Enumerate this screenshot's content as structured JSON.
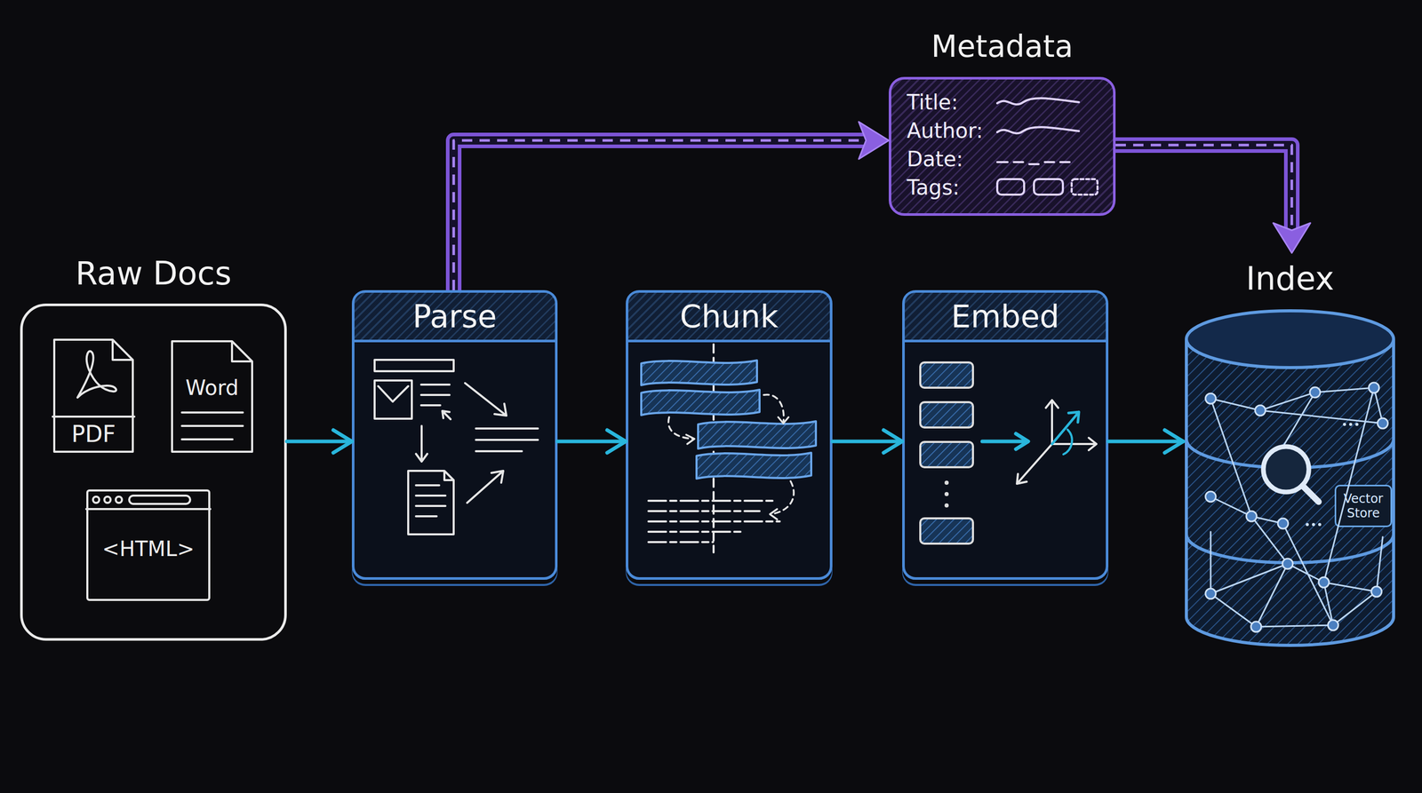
{
  "diagram": {
    "nodes": [
      {
        "text": [
          "Raw Docs"
        ]
      },
      {
        "text": [
          "PDF"
        ],
        "in": 0
      },
      {
        "text": [
          "Word"
        ],
        "in": 0
      },
      {
        "text": [
          "<HTML>"
        ],
        "in": 0
      },
      {
        "text": [
          "Parse"
        ]
      },
      {
        "text": [
          "Metadata",
          "Title:",
          "Author:",
          "Date:",
          "Tags:"
        ]
      },
      {
        "text": [
          "Chunk"
        ]
      },
      {
        "text": [
          "Embed"
        ]
      },
      {
        "text": [
          "Index"
        ]
      },
      {
        "text": [
          "Vector Store"
        ],
        "in": 8
      }
    ],
    "edges": [
      {
        "from": 0,
        "to": 4,
        "arrow": "to"
      },
      {
        "from": 4,
        "to": 6,
        "arrow": "to"
      },
      {
        "from": 6,
        "to": 7,
        "arrow": "to"
      },
      {
        "from": 7,
        "to": 8,
        "arrow": "to"
      },
      {
        "from": 4,
        "to": 5,
        "arrow": "to"
      },
      {
        "from": 5,
        "to": 8,
        "arrow": "to"
      }
    ]
  }
}
